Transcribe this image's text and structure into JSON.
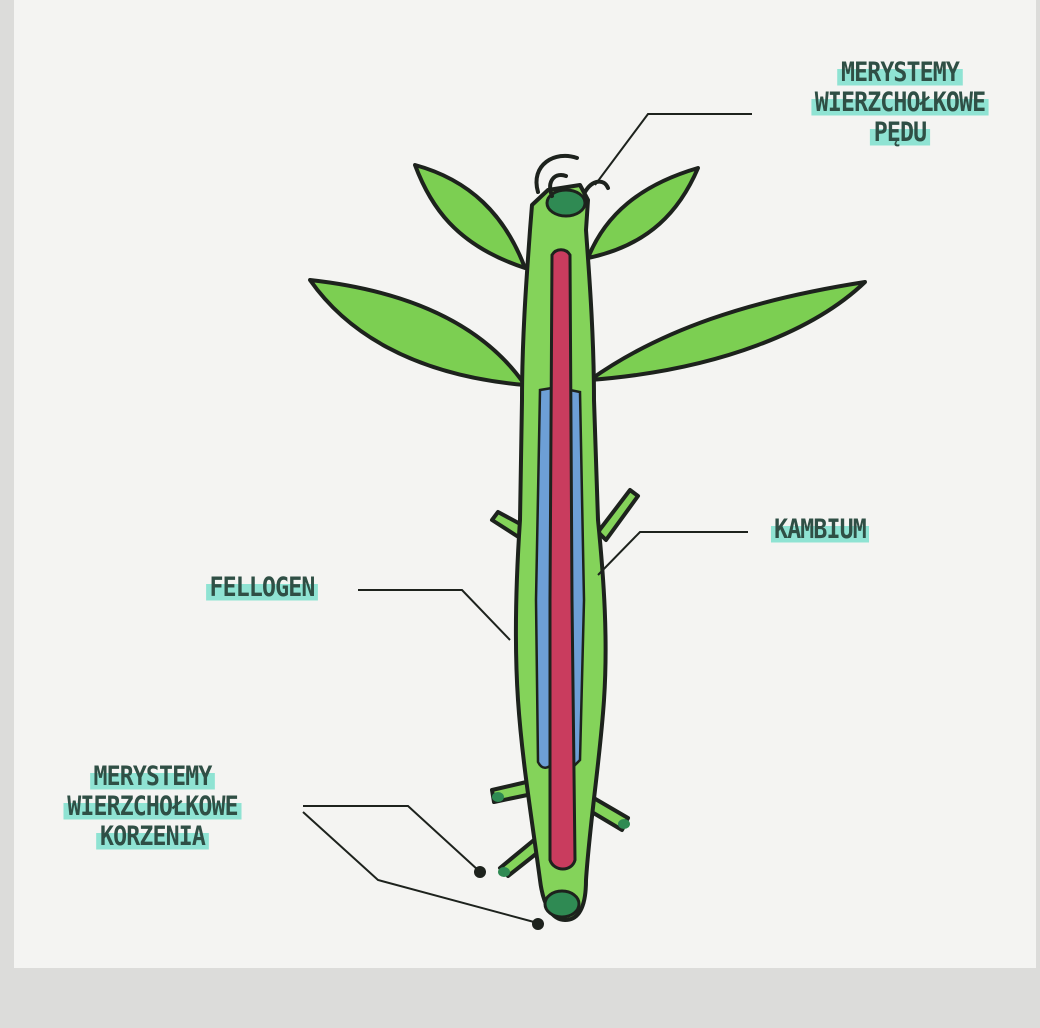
{
  "labels": {
    "shoot_meristem": {
      "line1": "MERYSTEMY",
      "line2": "WIERZCHOŁKOWE",
      "line3": "PĘDU"
    },
    "kambium": {
      "line1": "KAMBIUM"
    },
    "fellogen": {
      "line1": "FELLOGEN"
    },
    "root_meristem": {
      "line1": "MERYSTEMY",
      "line2": "WIERZCHOŁKOWE",
      "line3": "KORZENIA"
    }
  },
  "colors": {
    "leaf": "#7ccf52",
    "stem": "#84d35a",
    "meristem": "#2f8a53",
    "xylem": "#c93c5e",
    "phloem": "#6d9fd6",
    "outline": "#1d221d",
    "highlight": "#8fe3d3",
    "text": "#2f4f45"
  }
}
